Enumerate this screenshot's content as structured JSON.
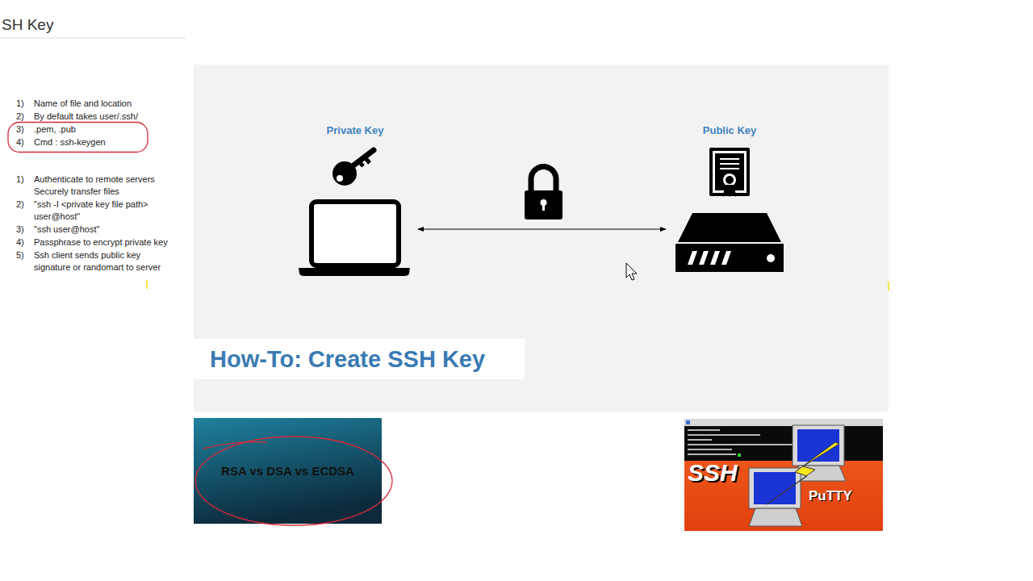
{
  "diagram": {
    "title": "SH Key",
    "nodes": [
      {
        "text": [
          "Private Key"
        ]
      },
      {
        "text": [
          "Public Key"
        ]
      },
      {
        "text": [
          "How-To: Create SSH Key"
        ]
      },
      {
        "text": [
          "RSA vs DSA vs ECDSA"
        ]
      },
      {
        "text": [
          "SSH",
          "PuTTY"
        ]
      }
    ],
    "edges": [
      {
        "from": 0,
        "to": 1,
        "arrow": "both"
      }
    ],
    "labels": [
      "1)",
      "Name of file and location",
      "2)",
      "By default takes user/.ssh/",
      "3)",
      ".pem, .pub",
      "4)",
      "Cmd : ssh-keygen",
      "1)",
      "Authenticate to remote servers Securely transfer files",
      "2)",
      "\"ssh -I <private key file path> user@host\"",
      "3)",
      "\"ssh user@host\"",
      "4)",
      "Passphrase to encrypt private key",
      "5)",
      "Ssh client sends public key signature or randomart to server"
    ]
  }
}
